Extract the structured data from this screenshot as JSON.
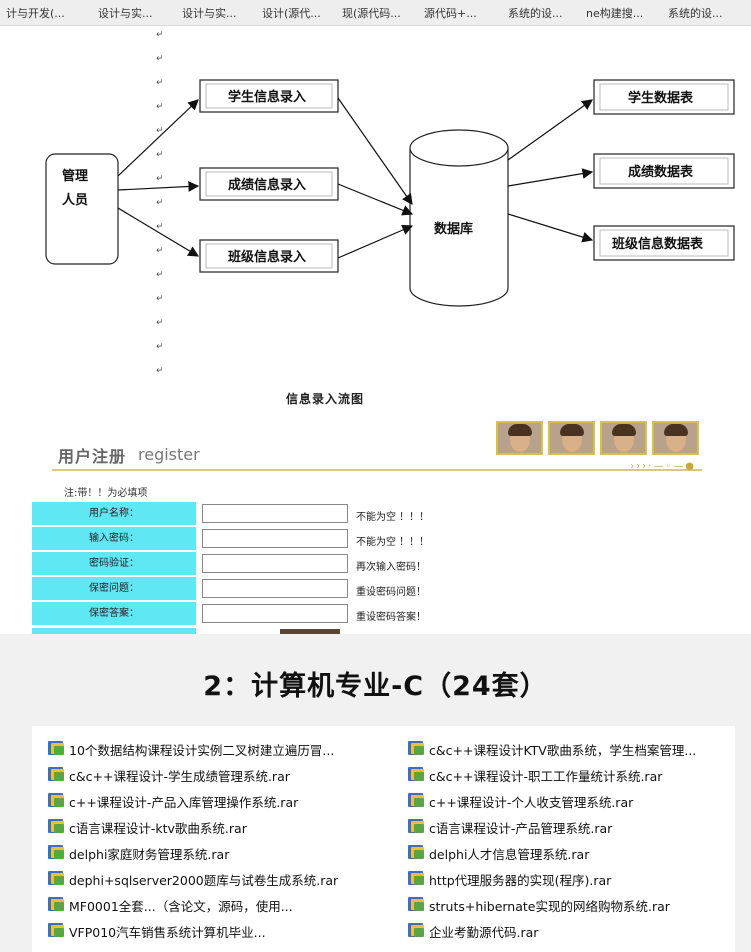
{
  "tabs": [
    "计与开发(...",
    "设计与实...",
    "设计与实...",
    "设计(源代...",
    "现(源代码...",
    "源代码+...",
    "系统的设...",
    "ne构建搜...",
    "系统的设..."
  ],
  "diagram": {
    "actor": "管理人员",
    "inputs": [
      "学生信息录入",
      "成绩信息录入",
      "班级信息录入"
    ],
    "database": "数据库",
    "outputs": [
      "学生数据表",
      "成绩数据表",
      "班级信息数据表"
    ],
    "caption": "信息录入流图"
  },
  "register": {
    "title": "用户注册",
    "subtitle": "register",
    "note": "注:带！！为必填项",
    "fields": [
      {
        "label": "用户名称：",
        "hint": "不能为空 ！！！"
      },
      {
        "label": "输入密码：",
        "hint": "不能为空 ！！！"
      },
      {
        "label": "密码验证：",
        "hint": "再次输入密码！"
      },
      {
        "label": "保密问题：",
        "hint": "重设密码问题！"
      },
      {
        "label": "保密答案：",
        "hint": "重设密码答案！"
      }
    ]
  },
  "section_title": "2：计算机专业-C（24套）",
  "files": {
    "left": [
      "10个数据结构课程设计实例二叉树建立遍历冒...",
      "c&c++课程设计-学生成绩管理系统.rar",
      "c++课程设计-产品入库管理操作系统.rar",
      "c语言课程设计-ktv歌曲系统.rar",
      "delphi家庭财务管理系统.rar",
      "dephi+sqlserver2000题库与试卷生成系统.rar",
      "MF0001全套...（含论文，源码，使用...",
      "VFP010汽车销售系统计算机毕业..."
    ],
    "right": [
      "c&c++课程设计KTV歌曲系统，学生档案管理...",
      "c&c++课程设计-职工工作量统计系统.rar",
      "c++课程设计-个人收支管理系统.rar",
      "c语言课程设计-产品管理系统.rar",
      "delphi人才信息管理系统.rar",
      "http代理服务器的实现(程序).rar",
      "struts+hibernate实现的网络购物系统.rar",
      "企业考勤源代码.rar"
    ]
  },
  "colors": {
    "form_label_bg": "#5fe7f4",
    "header_line": "#d9c97a",
    "icon_blue": "#3f6fb8",
    "icon_yellow": "#e9c23a",
    "icon_green": "#5aa545"
  }
}
